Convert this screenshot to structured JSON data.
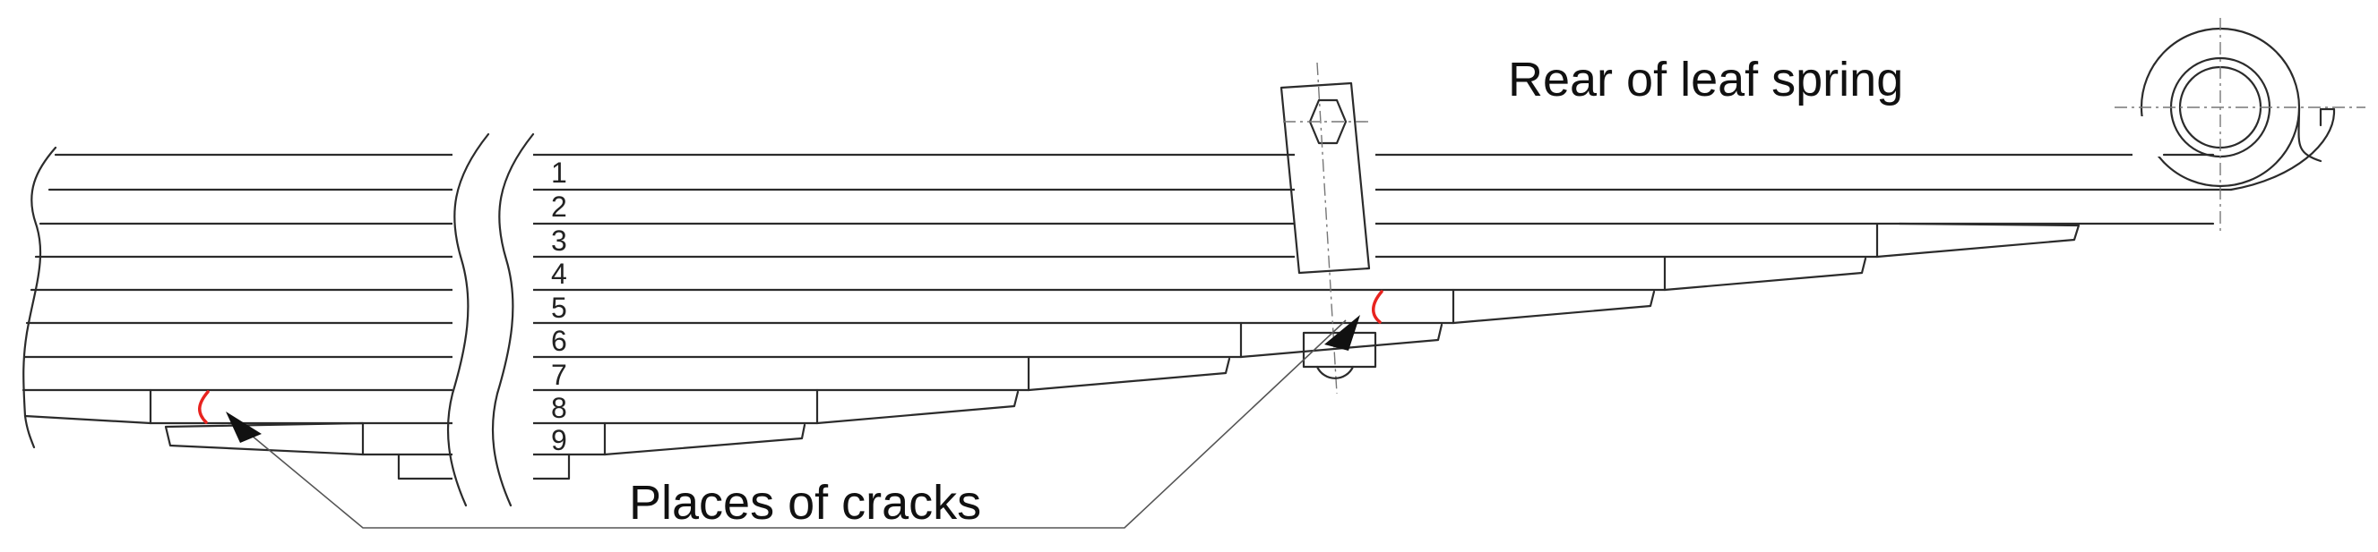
{
  "labels": {
    "rear": "Rear of leaf spring",
    "cracks": "Places of cracks"
  },
  "leaf_numbers": [
    "1",
    "2",
    "3",
    "4",
    "5",
    "6",
    "7",
    "8",
    "9"
  ],
  "colors": {
    "crack": "#e8231f",
    "line": "#2b2b2b"
  }
}
